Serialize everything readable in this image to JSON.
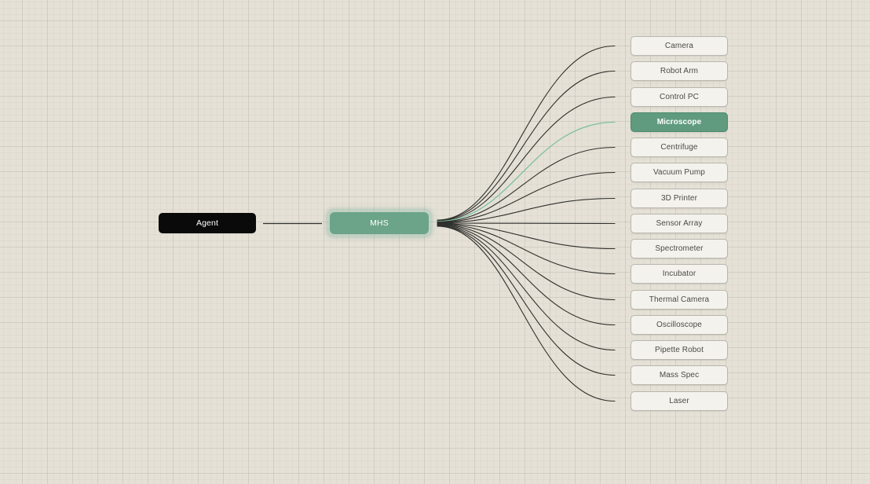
{
  "nodes": {
    "agent": {
      "label": "Agent"
    },
    "hub": {
      "label": "MHS"
    }
  },
  "devices": [
    {
      "label": "Camera",
      "active": false
    },
    {
      "label": "Robot Arm",
      "active": false
    },
    {
      "label": "Control PC",
      "active": false
    },
    {
      "label": "Microscope",
      "active": true
    },
    {
      "label": "Centrifuge",
      "active": false
    },
    {
      "label": "Vacuum Pump",
      "active": false
    },
    {
      "label": "3D Printer",
      "active": false
    },
    {
      "label": "Sensor Array",
      "active": false
    },
    {
      "label": "Spectrometer",
      "active": false
    },
    {
      "label": "Incubator",
      "active": false
    },
    {
      "label": "Thermal Camera",
      "active": false
    },
    {
      "label": "Oscilloscope",
      "active": false
    },
    {
      "label": "Pipette Robot",
      "active": false
    },
    {
      "label": "Mass Spec",
      "active": false
    },
    {
      "label": "Laser",
      "active": false
    }
  ],
  "colors": {
    "background": "#e5e1d7",
    "agent": "#0a0a0a",
    "hub": "#6ba488",
    "active_device": "#609b7f",
    "active_wire": "#7fc0a2",
    "wire": "#2f2f2c"
  }
}
